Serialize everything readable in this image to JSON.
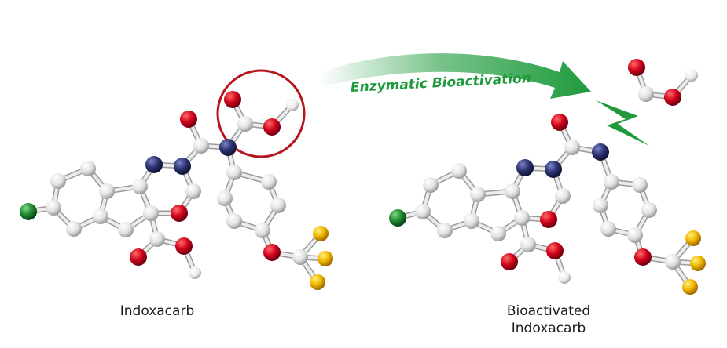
{
  "labels": {
    "left_molecule": "Indoxacarb",
    "right_molecule_line1": "Bioactivated",
    "right_molecule_line2": "Indoxacarb",
    "arrow": "Enzymatic Bioactivation"
  },
  "colors": {
    "carbon": "#e6e6e6",
    "oxygen": "#d0021b",
    "nitrogen": "#2b3170",
    "chlorine": "#1f8a2c",
    "fluorine": "#f0b400",
    "hydrogen": "#f4f4f4",
    "bond": "#d8d8d8",
    "arrow": "#1e9a3c",
    "highlight_circle": "#b5141c"
  },
  "molecules": {
    "indoxacarb": {
      "highlighted_group": "methoxycarbonyl (C, O, O, CH3)"
    },
    "bioactivated": {
      "released_fragment": "methoxycarbonyl"
    }
  }
}
